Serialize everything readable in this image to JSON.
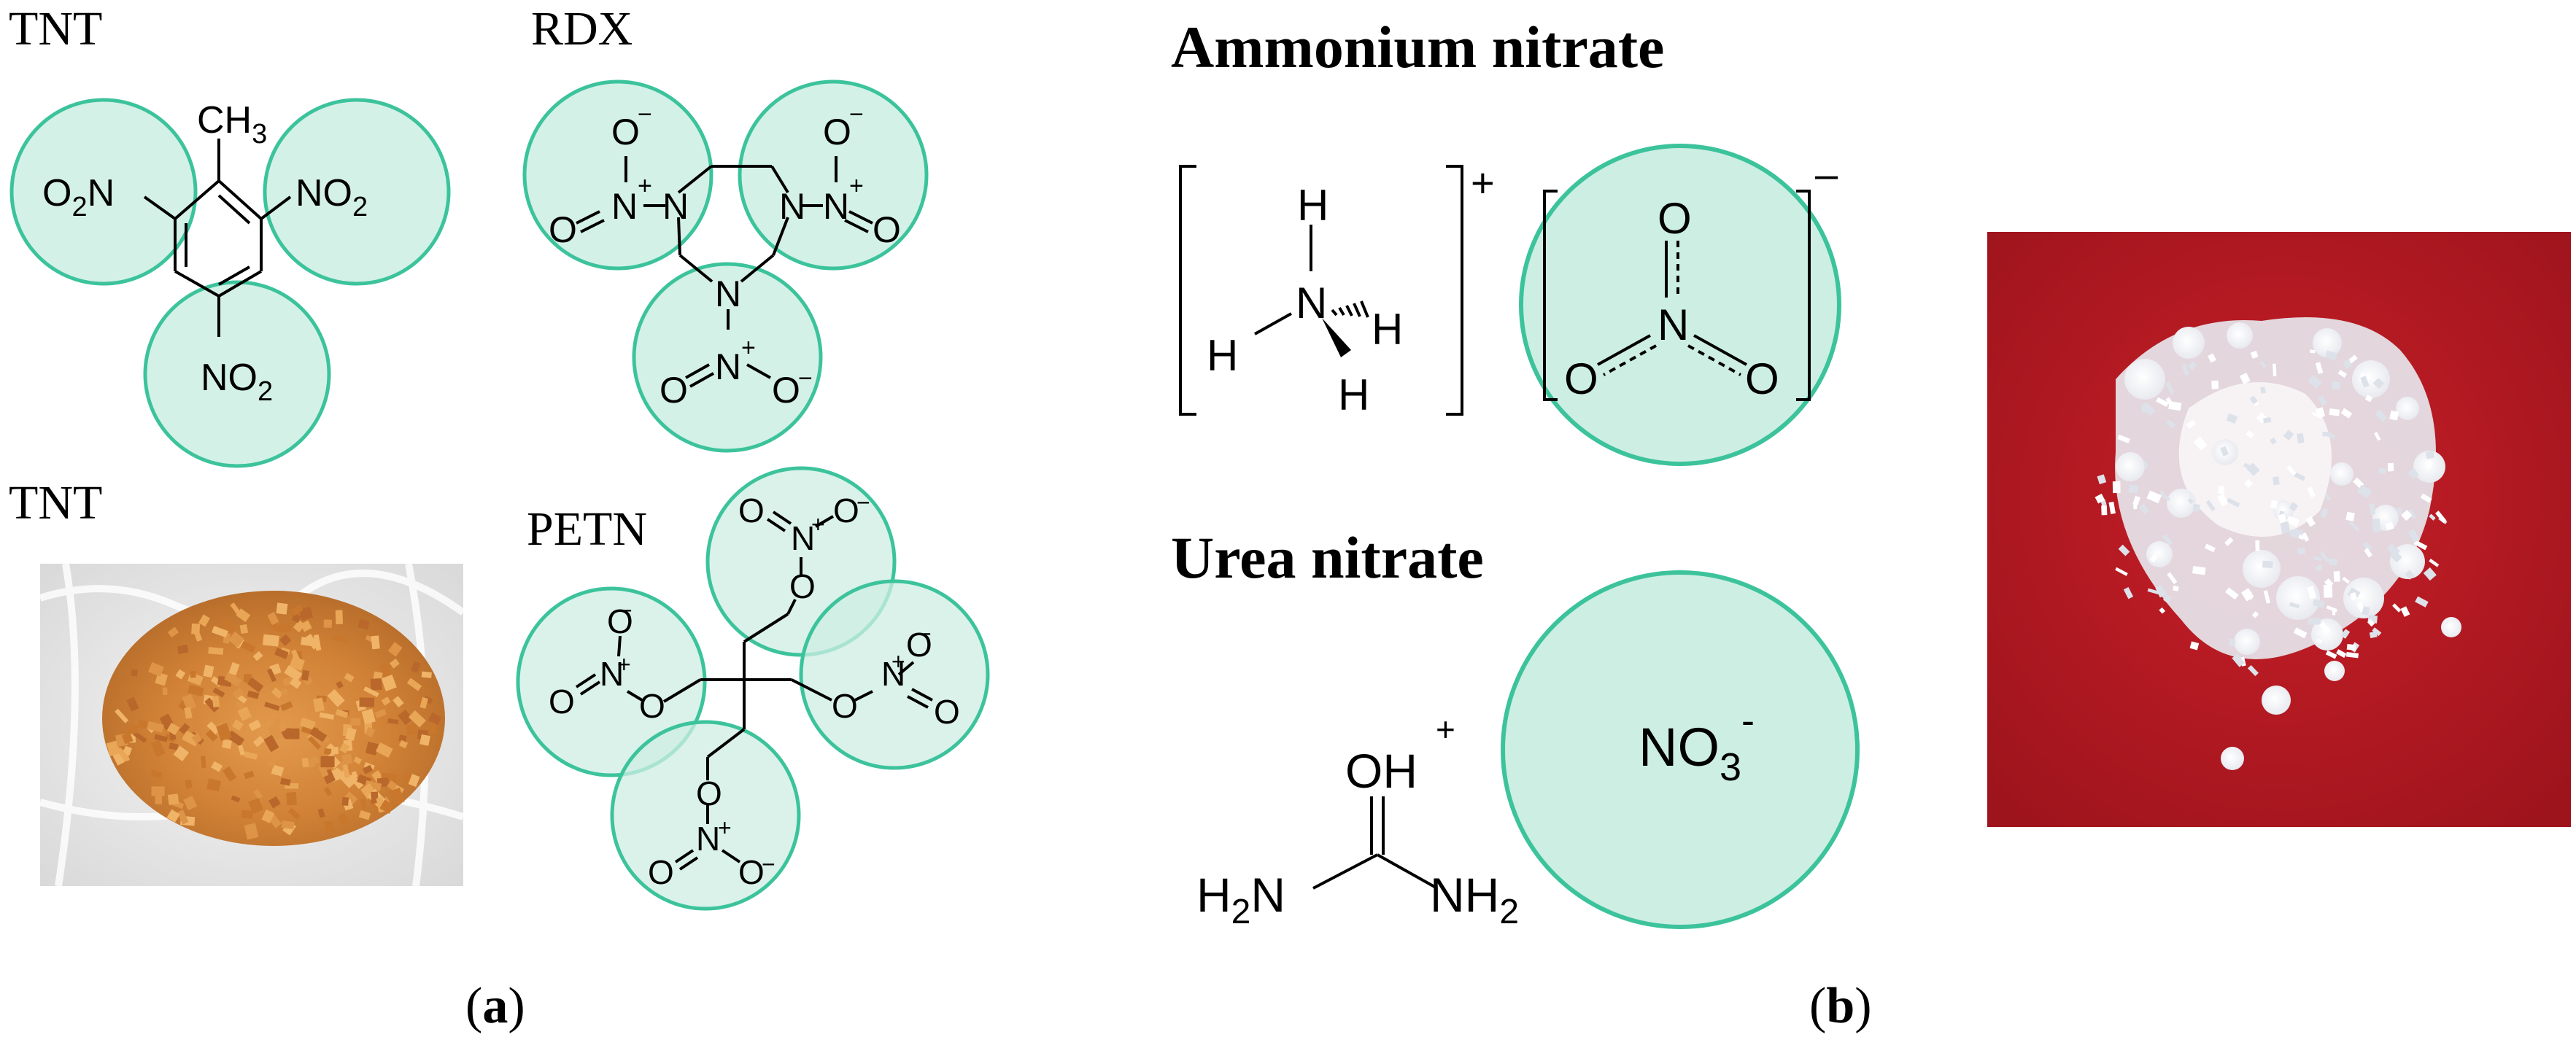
{
  "panel_a": {
    "tnt_structure_label": "TNT",
    "rdx_label": "RDX",
    "tnt_photo_label": "TNT",
    "petn_label": "PETN",
    "caption_open": "(",
    "caption_letter": "a",
    "caption_close": ")"
  },
  "panel_b": {
    "ammonium_nitrate_title": "Ammonium nitrate",
    "urea_nitrate_title": "Urea nitrate",
    "caption_open": "(",
    "caption_letter": "b",
    "caption_close": ")"
  },
  "tnt": {
    "methyl": "CH",
    "methyl_sub": "3",
    "nitro_left": "O",
    "nitro_left_sub": "2",
    "nitro_left_n": "N",
    "nitro_right": "NO",
    "nitro_right_sub": "2",
    "nitro_bottom": "NO",
    "nitro_bottom_sub": "2"
  },
  "atoms": {
    "N": "N",
    "O": "O",
    "H": "H",
    "plus": "+",
    "minus": "−",
    "ion_plus": "+",
    "ion_minus": "–"
  },
  "urea": {
    "oh": "OH",
    "oh_charge": "+",
    "h2n": "H",
    "h2n_sub": "2",
    "h2n_n": "N",
    "nh2": "NH",
    "nh2_sub": "2",
    "nitrate": "NO",
    "nitrate_sub": "3",
    "nitrate_charge": "-"
  },
  "colors": {
    "highlight_fill": "#cdeee3",
    "highlight_stroke": "#3cc39c",
    "red_background": "#b81822",
    "tnt_granules": "#d9893e"
  }
}
